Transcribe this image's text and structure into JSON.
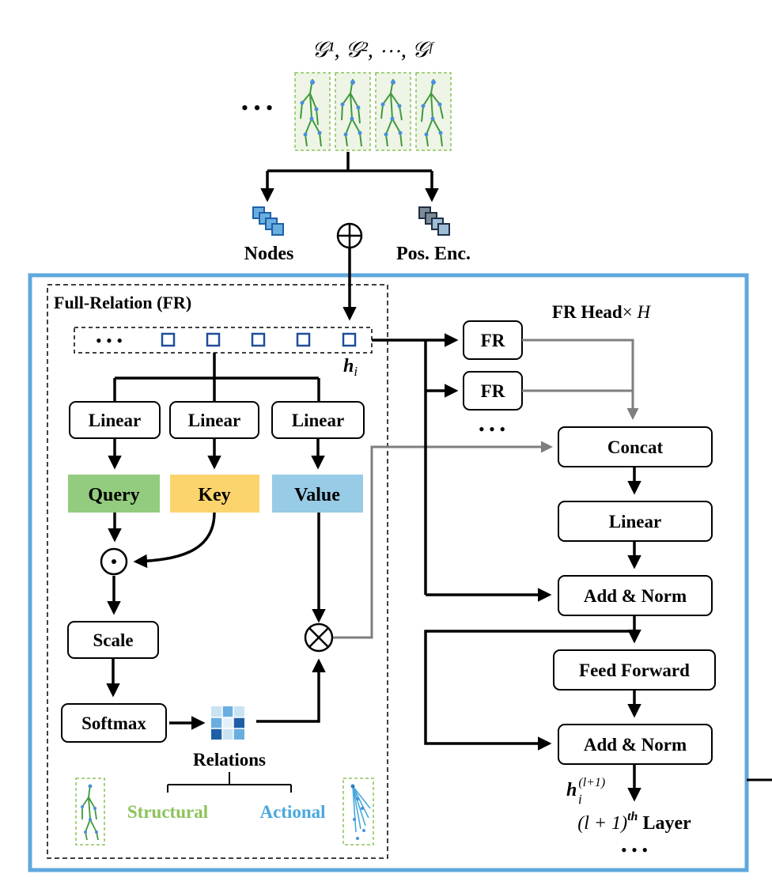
{
  "top": {
    "graph_label": "𝒢¹, 𝒢², ⋯, 𝒢ᶠ",
    "ellipsis": "• • •",
    "nodes_label": "Nodes",
    "pos_enc_label": "Pos. Enc.",
    "oplus": "⊕"
  },
  "fr_block": {
    "title": "Full-Relation (FR)",
    "input_ellipsis": "• • •",
    "h_label": "h",
    "h_sub": "i",
    "linear_q": "Linear",
    "linear_k": "Linear",
    "linear_v": "Linear",
    "query": "Query",
    "key": "Key",
    "value": "Value",
    "odot": "⊙",
    "scale": "Scale",
    "softmax": "Softmax",
    "otimes": "⊗",
    "relations": "Relations",
    "structural": "Structural",
    "actional": "Actional"
  },
  "right": {
    "fr_head_label": "FR Head",
    "fr_head_times": "× ",
    "fr_head_H": "H",
    "fr1": "FR",
    "fr2": "FR",
    "fr_ellipsis": "• • •",
    "concat": "Concat",
    "linear": "Linear",
    "add_norm_1": "Add & Norm",
    "feed_forward": "Feed Forward",
    "add_norm_2": "Add & Norm",
    "h_out": "h",
    "h_out_sub": "i",
    "h_out_sup": "(l+1)",
    "next_layer_prefix": "(l + 1)",
    "next_layer_sup": "th",
    "next_layer_suffix": " Layer",
    "bottom_ellipsis": "• • •"
  },
  "colors": {
    "outer_border": "#5fa8dd",
    "query_fill": "#93cc7e",
    "key_fill": "#fcd46e",
    "value_fill": "#97cbe6",
    "structural_text": "#8cc35a",
    "actional_text": "#49a8dc",
    "token_stroke": "#1f4e99",
    "gray_arrow": "#7f7f7f"
  }
}
